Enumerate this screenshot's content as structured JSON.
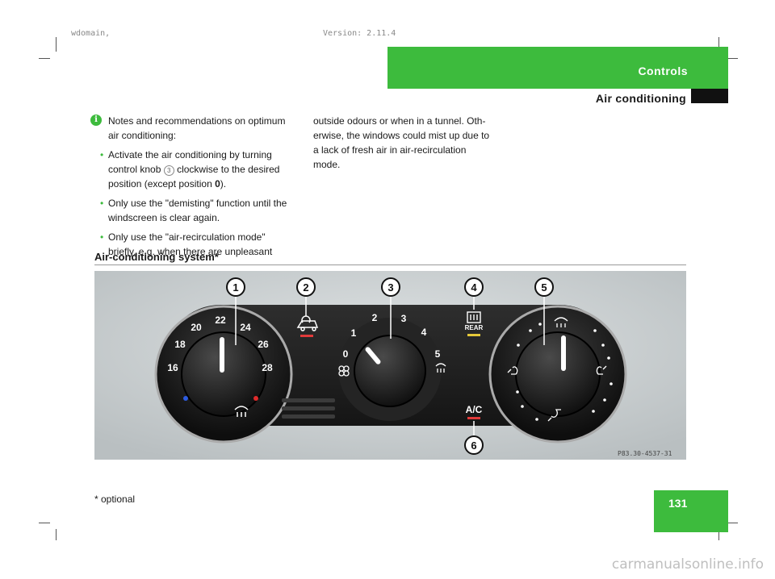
{
  "meta": {
    "left_text": "wdomain,",
    "right_text": "Version: 2.11.4"
  },
  "header": {
    "tab_label": "Controls",
    "section_title": "Air conditioning"
  },
  "note": {
    "icon_glyph": "i",
    "intro": "Notes and recommendations on optimum air conditioning:",
    "bullet1_pre": "Activate the air conditioning by turning control knob",
    "bullet1_ref": "3",
    "bullet1_mid": "clockwise to the desired position (except position",
    "bullet1_bold": "0",
    "bullet1_end": ").",
    "bullet2": "Only use the \"demisting\" function until the windscreen is clear again.",
    "bullet3": "Only use the \"air-recirculation mode\" briefly, e.g. when there are unpleasant"
  },
  "continued": "outside odours or when in a tunnel. Oth-erwise, the windows could mist up due to a lack of fresh air in air-recirculation mode.",
  "subheading": "Air-conditioning system*",
  "photo": {
    "callouts": [
      "1",
      "2",
      "3",
      "4",
      "5",
      "6"
    ],
    "temp_labels": [
      "16",
      "18",
      "20",
      "22",
      "24",
      "26",
      "28"
    ],
    "blower_labels": [
      "0",
      "1",
      "2",
      "3",
      "4",
      "5"
    ],
    "rear_label": "REAR",
    "ac_label": "A/C",
    "image_code": "P83.30-4537-31"
  },
  "footer": {
    "optional_note": "* optional",
    "page_number": "131"
  },
  "watermark": "carmanualsonline.info",
  "colors": {
    "accent_green": "#3dbb3d",
    "panel_dark": "#1c1c1c"
  }
}
